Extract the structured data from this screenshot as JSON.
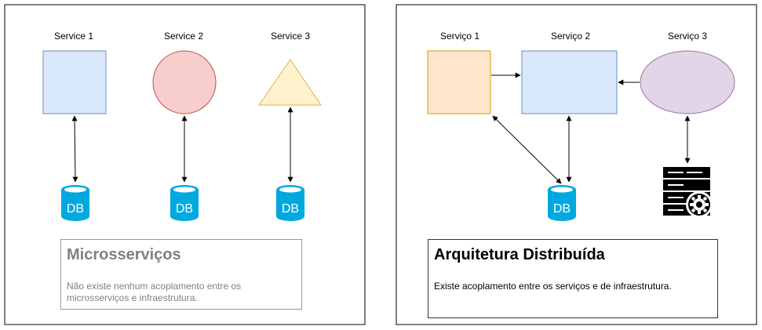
{
  "left_panel": {
    "services": [
      {
        "label": "Service 1",
        "db": "DB"
      },
      {
        "label": "Service 2",
        "db": "DB"
      },
      {
        "label": "Service 3",
        "db": "DB"
      }
    ],
    "card": {
      "title": "Microsserviços",
      "description": "Não existe nenhum acoplamento entre os microsserviços e infraestrutura."
    }
  },
  "right_panel": {
    "services": [
      {
        "label": "Serviço 1"
      },
      {
        "label": "Serviço 2"
      },
      {
        "label": "Serviço 3"
      }
    ],
    "db": "DB",
    "server_icon": "server-gear-icon",
    "card": {
      "title": "Arquitetura Distribuída",
      "description": "Existe acoplamento entre os serviços e de infraestrutura."
    }
  },
  "colors": {
    "blue_fill": "#dae8fc",
    "blue_stroke": "#6c8ebf",
    "red_fill": "#f8cecc",
    "red_stroke": "#b85450",
    "yellow_fill": "#fff2cc",
    "yellow_stroke": "#d6b656",
    "orange_fill": "#ffe6cc",
    "orange_stroke": "#d79b00",
    "purple_fill": "#e1d5e7",
    "purple_stroke": "#9673a6",
    "db_color": "#00a8e0"
  }
}
